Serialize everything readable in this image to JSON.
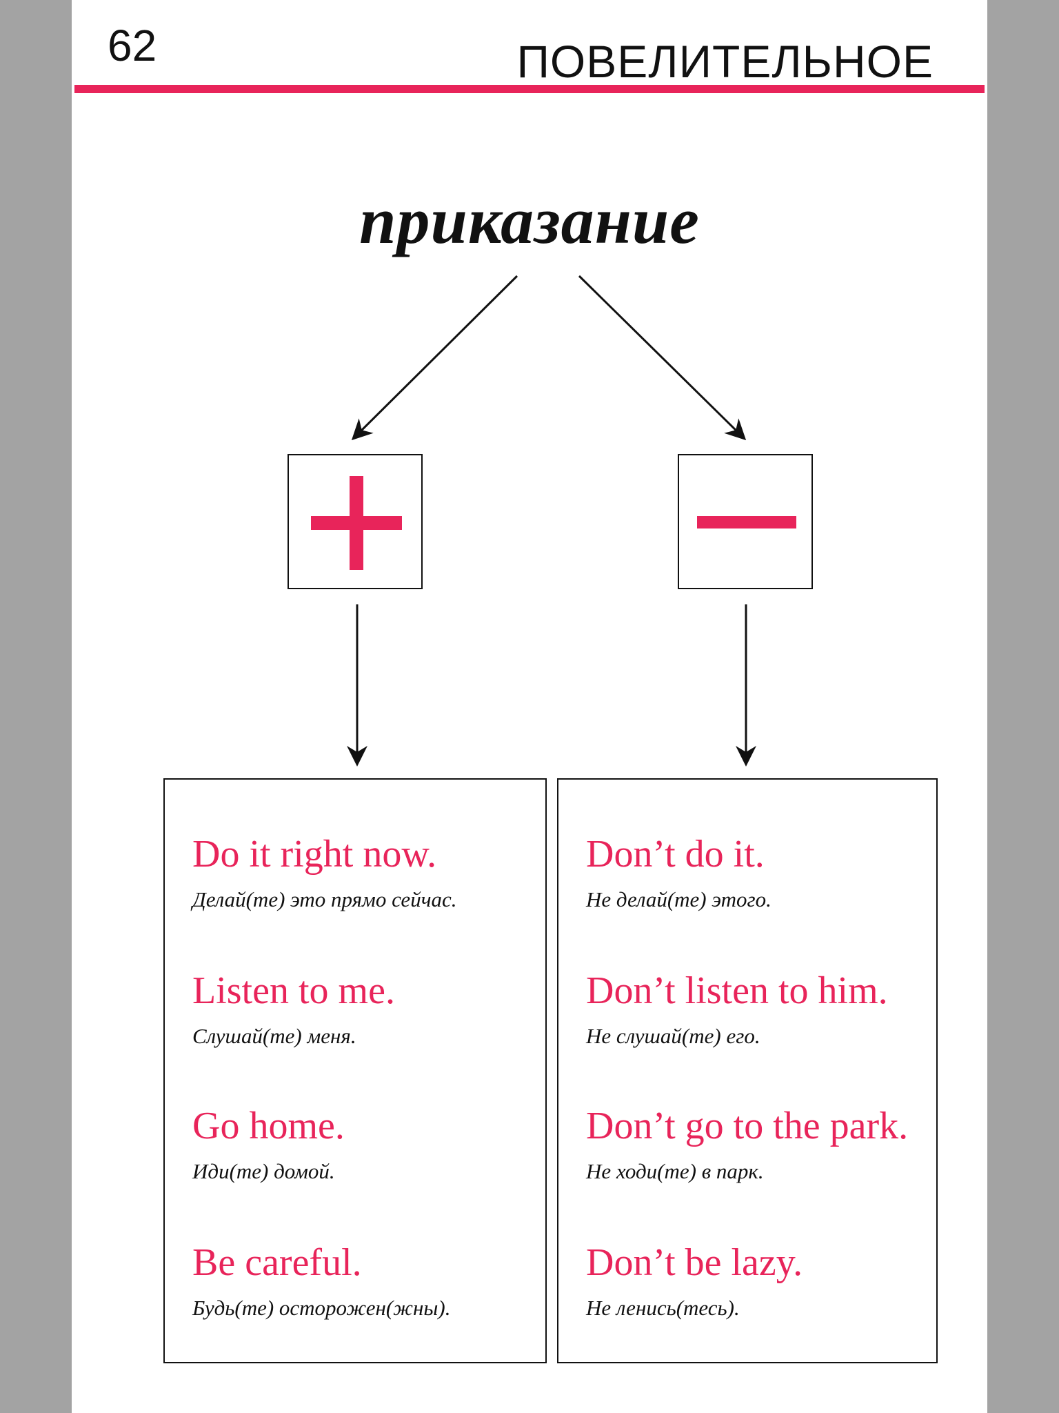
{
  "header": {
    "page_number": "62",
    "section_title": "ПОВЕЛИТЕЛЬНОЕ",
    "accent_color": "#e8245a"
  },
  "diagram": {
    "main_word": "приказание",
    "positive_sign": "plus-icon",
    "negative_sign": "minus-icon"
  },
  "affirmative": {
    "examples": [
      {
        "en": "Do it right now.",
        "ru": "Делай(те) это прямо сейчас."
      },
      {
        "en": "Listen to me.",
        "ru": "Слушай(те) меня."
      },
      {
        "en": "Go home.",
        "ru": "Иди(те) домой."
      },
      {
        "en": "Be careful.",
        "ru": "Будь(те) осторожен(жны)."
      }
    ]
  },
  "negative": {
    "examples": [
      {
        "en": "Don’t do it.",
        "ru": "Не делай(те) этого."
      },
      {
        "en": "Don’t listen to him.",
        "ru": "Не слушай(те) его."
      },
      {
        "en": "Don’t go to the park.",
        "ru": "Не ходи(те) в парк."
      },
      {
        "en": "Don’t be lazy.",
        "ru": "Не ленись(тесь)."
      }
    ]
  }
}
